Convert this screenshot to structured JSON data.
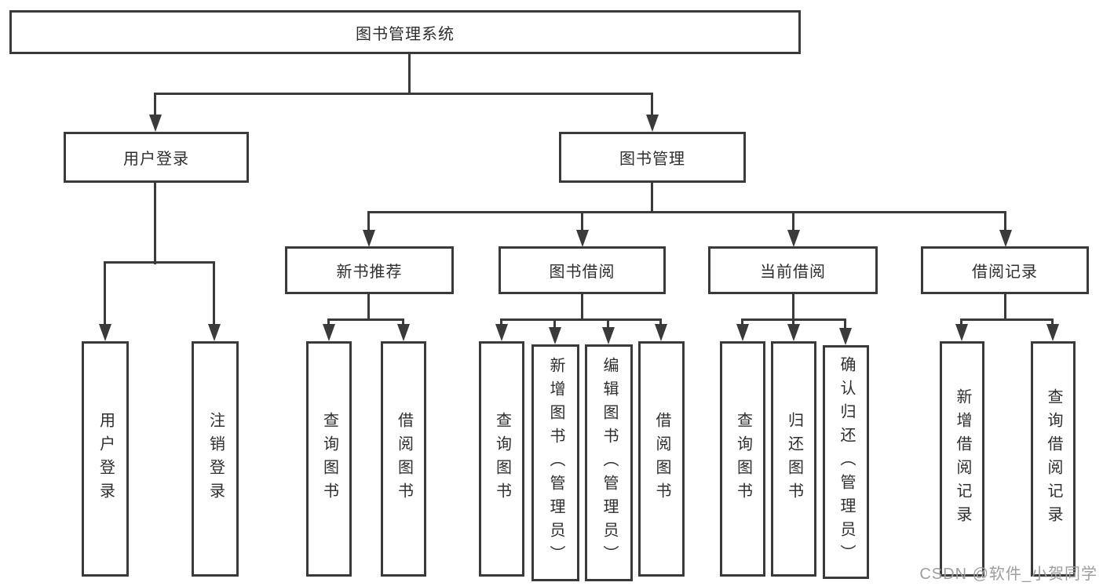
{
  "diagram": {
    "root": {
      "label": "图书管理系统"
    },
    "branches": [
      {
        "label": "用户登录",
        "leaves": [
          {
            "label": "用户登录"
          },
          {
            "label": "注销登录"
          }
        ]
      },
      {
        "label": "图书管理",
        "groups": [
          {
            "label": "新书推荐",
            "leaves": [
              {
                "label": "查询图书"
              },
              {
                "label": "借阅图书"
              }
            ]
          },
          {
            "label": "图书借阅",
            "leaves": [
              {
                "label": "查询图书"
              },
              {
                "label": "新增图书（管理员）"
              },
              {
                "label": "编辑图书（管理员）"
              },
              {
                "label": "借阅图书"
              }
            ]
          },
          {
            "label": "当前借阅",
            "leaves": [
              {
                "label": "查询图书"
              },
              {
                "label": "归还图书"
              },
              {
                "label": "确认归还（管理员）"
              }
            ]
          },
          {
            "label": "借阅记录",
            "leaves": [
              {
                "label": "新增借阅记录"
              },
              {
                "label": "查询借阅记录"
              }
            ]
          }
        ]
      }
    ]
  },
  "watermark": {
    "text": "CSDN @软件_小贺同学"
  },
  "colors": {
    "line": "#3a3a3a",
    "text": "#2e2e2e",
    "watermark": "#9e9e9e",
    "background": "#ffffff"
  }
}
